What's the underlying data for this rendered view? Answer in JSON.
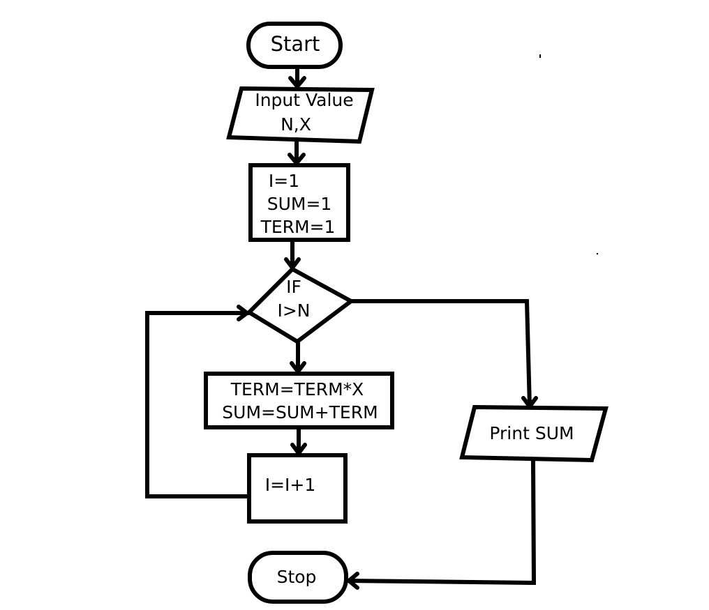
{
  "diagram": {
    "type": "flowchart",
    "nodes": {
      "start": {
        "kind": "terminator",
        "lines": [
          "Start"
        ]
      },
      "input": {
        "kind": "input-output",
        "lines": [
          "Input Value",
          "N,X"
        ]
      },
      "init": {
        "kind": "process",
        "lines": [
          "I=1",
          "SUM=1",
          "TERM=1"
        ]
      },
      "decision": {
        "kind": "decision",
        "lines": [
          "IF",
          "I>N"
        ]
      },
      "compute": {
        "kind": "process",
        "lines": [
          "TERM=TERM*X",
          "SUM=SUM+TERM"
        ]
      },
      "increment": {
        "kind": "process",
        "lines": [
          "I=I+1"
        ]
      },
      "print": {
        "kind": "input-output",
        "lines": [
          "Print SUM"
        ]
      },
      "stop": {
        "kind": "terminator",
        "lines": [
          "Stop"
        ]
      }
    },
    "edges": [
      {
        "from": "start",
        "to": "input",
        "label": ""
      },
      {
        "from": "input",
        "to": "init",
        "label": ""
      },
      {
        "from": "init",
        "to": "decision",
        "label": ""
      },
      {
        "from": "decision",
        "to": "compute",
        "label": ""
      },
      {
        "from": "compute",
        "to": "increment",
        "label": ""
      },
      {
        "from": "increment",
        "to": "decision",
        "label": ""
      },
      {
        "from": "decision",
        "to": "print",
        "label": ""
      },
      {
        "from": "print",
        "to": "stop",
        "label": ""
      }
    ],
    "colors": {
      "stroke": "#000000",
      "fill": "#ffffff",
      "text": "#000000"
    }
  }
}
